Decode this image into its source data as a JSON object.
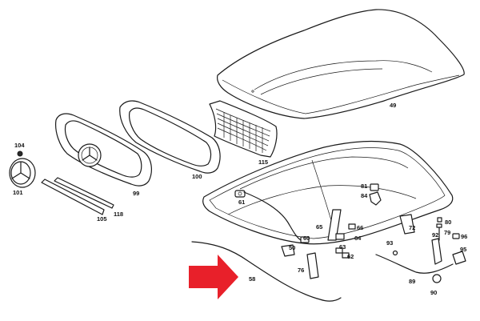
{
  "diagram": {
    "labels": {
      "p49": "49",
      "p115": "115",
      "p100": "100",
      "p99": "99",
      "p104": "104",
      "p101": "101",
      "p105": "105",
      "p118": "118",
      "p61": "61",
      "p81": "81",
      "p84": "84",
      "p65": "65",
      "p66": "66",
      "p64": "64",
      "p72": "72",
      "p80": "80",
      "p79": "79",
      "p96": "96",
      "p92": "92",
      "p95": "95",
      "p93": "93",
      "p60": "60",
      "p50": "50",
      "p63": "63",
      "p62": "62",
      "p76": "76",
      "p58": "58",
      "p89": "89",
      "p90": "90"
    },
    "colors": {
      "line": "#1a1a1a",
      "highlight_arrow": "#e8202a",
      "background": "#ffffff"
    }
  }
}
